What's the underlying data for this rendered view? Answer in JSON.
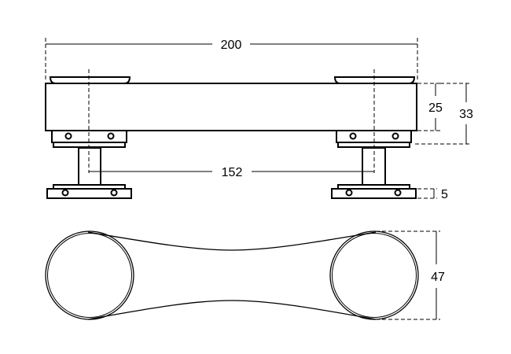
{
  "drawing": {
    "dimensions": {
      "overall_length": "200",
      "center_distance": "152",
      "bar_height": "25",
      "total_height": "33",
      "base_thickness": "5",
      "width": "47"
    },
    "colors": {
      "line": "#000000",
      "background": "#ffffff"
    }
  }
}
